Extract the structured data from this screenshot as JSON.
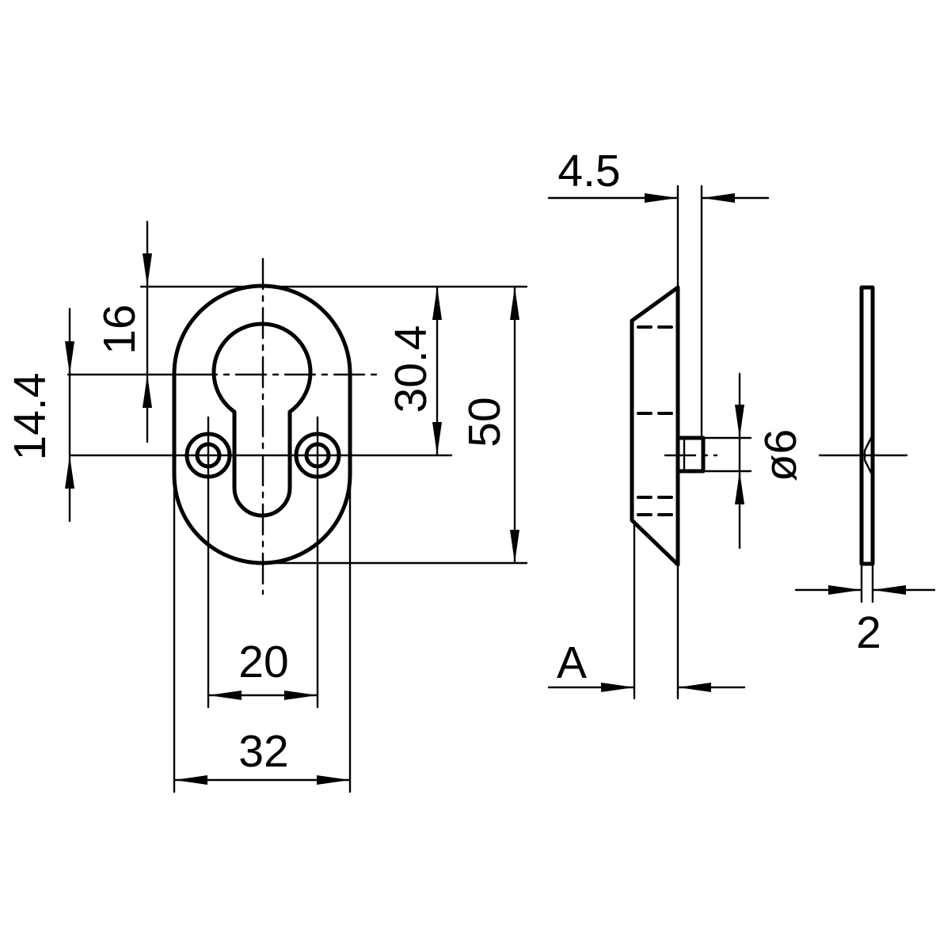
{
  "dimensions": {
    "plate_width": "32",
    "screw_spacing": "20",
    "plate_height": "50",
    "keyhole_height": "30.4",
    "top_to_keyhole_center": "16",
    "keyhole_center_to_screws": "14.4",
    "stud_diameter": "ø6",
    "stud_offset": "4.5",
    "profile_depth": "A",
    "plate_thickness": "2"
  }
}
